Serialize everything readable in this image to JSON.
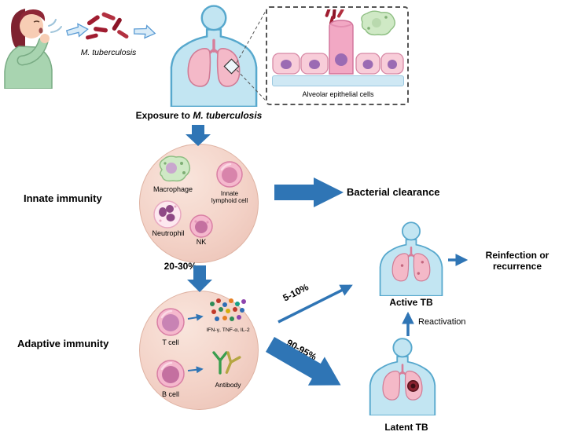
{
  "header": {
    "pathogen_label": "M. tuberculosis",
    "alveolar_label": "Alveolar epithelial cells",
    "exposure_prefix": "Exposure to",
    "exposure_pathogen": "M. tuberculosis"
  },
  "innate": {
    "title": "Innate immunity",
    "macrophage_label": "Macrophage",
    "ilc_label": "Innate lymphoid cell",
    "neutrophil_label": "Neutrophil",
    "nk_label": "NK",
    "clearance_label": "Bacterial clearance",
    "to_adaptive_pct": "20-30%"
  },
  "adaptive": {
    "title": "Adaptive immunity",
    "t_cell_label": "T cell",
    "cytokines_label": "IFN-γ, TNF-α, IL-2",
    "b_cell_label": "B cell",
    "antibody_label": "Antibody"
  },
  "outcomes": {
    "active_pct": "5-10%",
    "latent_pct": "90-95%",
    "active_label": "Active TB",
    "latent_label": "Latent TB",
    "reinfection_label": "Reinfection or recurrence",
    "reactivation_label": "Reactivation"
  },
  "colors": {
    "arrow_blue": "#2f75b5",
    "body_fill": "#c2e5f2",
    "body_stroke": "#57a8cd",
    "lung_fill": "#f4b9c8",
    "bacteria_red": "#a01c30",
    "immunity_circle_fill": "#f2cfc4"
  }
}
